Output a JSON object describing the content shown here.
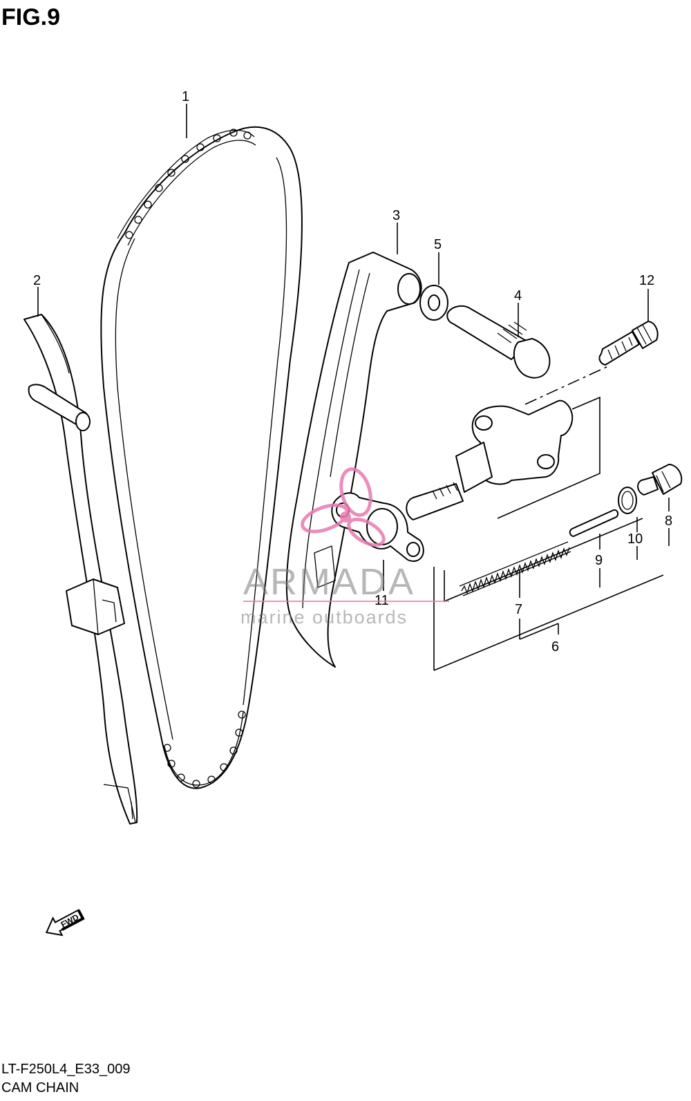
{
  "figure": {
    "title": "FIG.9",
    "drawing_code": "LT-F250L4_E33_009",
    "name": "CAM CHAIN"
  },
  "callouts": [
    "1",
    "2",
    "3",
    "4",
    "5",
    "6",
    "7",
    "8",
    "9",
    "10",
    "11",
    "12"
  ],
  "direction_label": "FWD",
  "watermark": {
    "brand": "ARMADA",
    "tagline": "marine outboards",
    "color": "#e87ab0"
  }
}
